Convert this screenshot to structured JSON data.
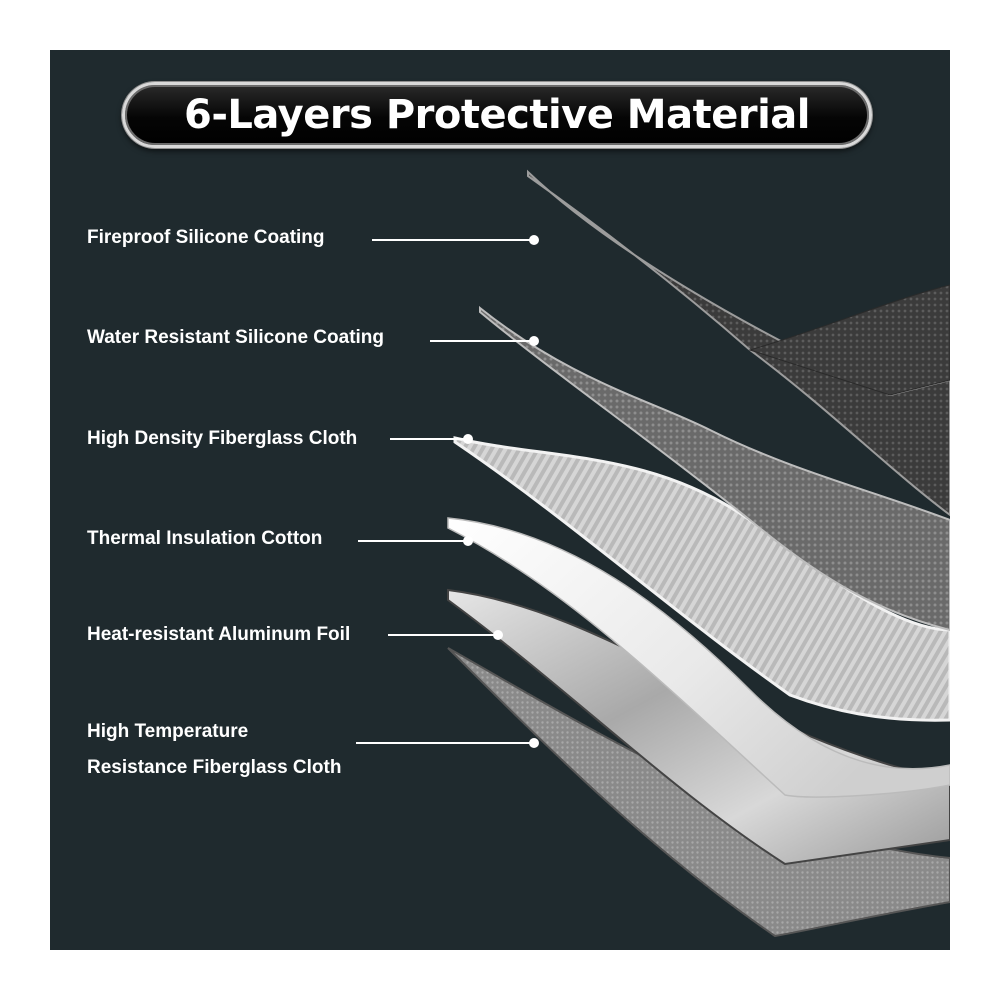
{
  "title": "6-Layers Protective Material",
  "colors": {
    "page_background": "#ffffff",
    "panel_background": "#1f2a2e",
    "label_text": "#ffffff",
    "leader_line": "#ffffff"
  },
  "layers": [
    {
      "label": "Fireproof Silicone Coating"
    },
    {
      "label": "Water Resistant Silicone Coating"
    },
    {
      "label": "High Density Fiberglass Cloth"
    },
    {
      "label": "Thermal Insulation Cotton"
    },
    {
      "label": "Heat-resistant Aluminum Foil"
    },
    {
      "label": "High Temperature",
      "label_line2": "Resistance Fiberglass Cloth"
    }
  ]
}
